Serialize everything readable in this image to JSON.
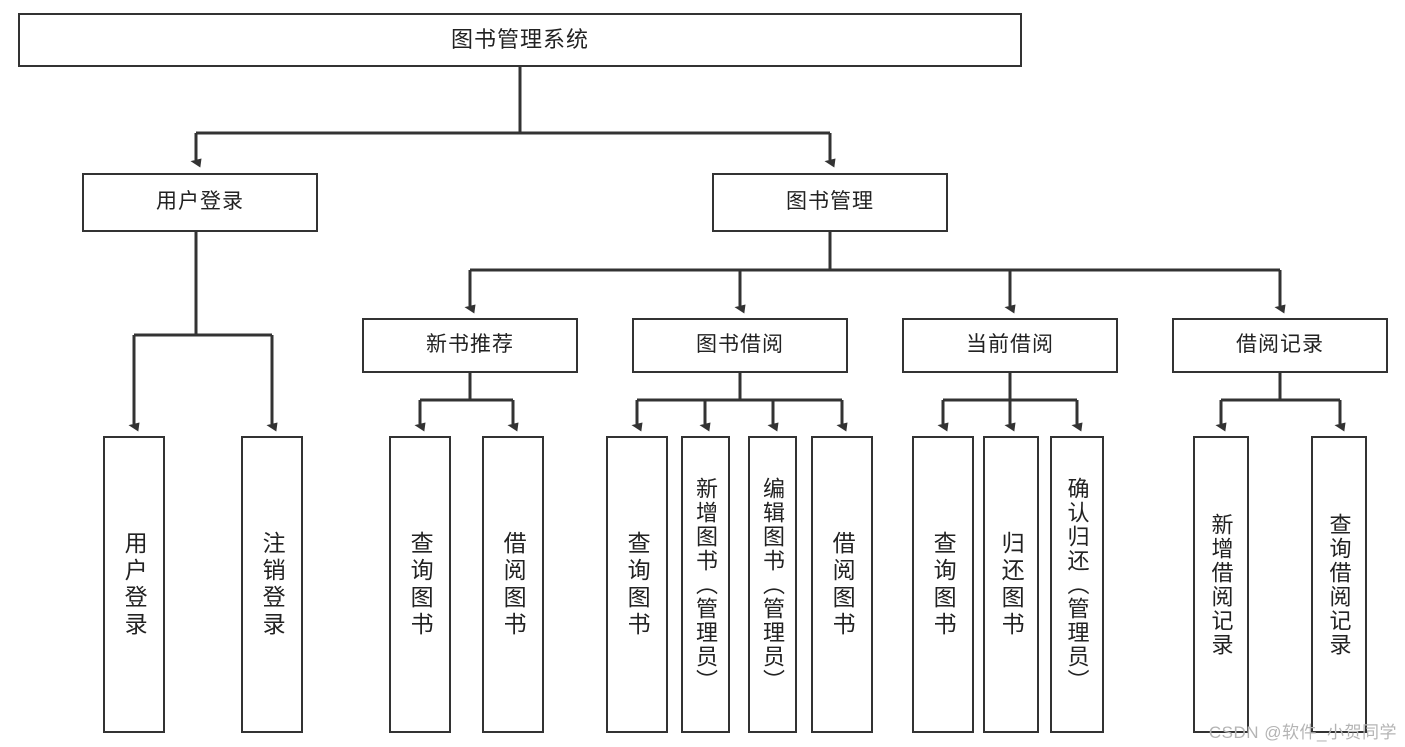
{
  "diagram": {
    "title": "图书管理系统",
    "type": "tree",
    "watermark": "CSDN @软件_小贺同学",
    "colors": {
      "node_border": "#333333",
      "node_fill": "#ffffff",
      "edge": "#333333",
      "text": "#222222",
      "watermark": "#b4b4b4"
    },
    "nodes": {
      "root": {
        "label": "图书管理系统"
      },
      "level2": [
        {
          "id": "user-login",
          "label": "用户登录"
        },
        {
          "id": "book-manage",
          "label": "图书管理"
        }
      ],
      "level3": [
        {
          "id": "new-book-recommend",
          "label": "新书推荐"
        },
        {
          "id": "book-borrow",
          "label": "图书借阅"
        },
        {
          "id": "current-borrow",
          "label": "当前借阅"
        },
        {
          "id": "borrow-record",
          "label": "借阅记录"
        }
      ],
      "leaves": [
        {
          "id": "leaf-user-login",
          "label": "用户登录",
          "parent": "user-login"
        },
        {
          "id": "leaf-user-logout",
          "label": "注销登录",
          "parent": "user-login"
        },
        {
          "id": "leaf-query-book-1",
          "label": "查询图书",
          "parent": "new-book-recommend"
        },
        {
          "id": "leaf-borrow-book-1",
          "label": "借阅图书",
          "parent": "new-book-recommend"
        },
        {
          "id": "leaf-query-book-2",
          "label": "查询图书",
          "parent": "book-borrow"
        },
        {
          "id": "leaf-add-book",
          "label": "新增图书（管理员）",
          "parent": "book-borrow"
        },
        {
          "id": "leaf-edit-book",
          "label": "编辑图书（管理员）",
          "parent": "book-borrow"
        },
        {
          "id": "leaf-borrow-book-2",
          "label": "借阅图书",
          "parent": "book-borrow"
        },
        {
          "id": "leaf-query-book-3",
          "label": "查询图书",
          "parent": "current-borrow"
        },
        {
          "id": "leaf-return-book",
          "label": "归还图书",
          "parent": "current-borrow"
        },
        {
          "id": "leaf-confirm-return",
          "label": "确认归还（管理员）",
          "parent": "current-borrow"
        },
        {
          "id": "leaf-add-record",
          "label": "新增借阅记录",
          "parent": "borrow-record"
        },
        {
          "id": "leaf-query-record",
          "label": "查询借阅记录",
          "parent": "borrow-record"
        }
      ]
    }
  }
}
